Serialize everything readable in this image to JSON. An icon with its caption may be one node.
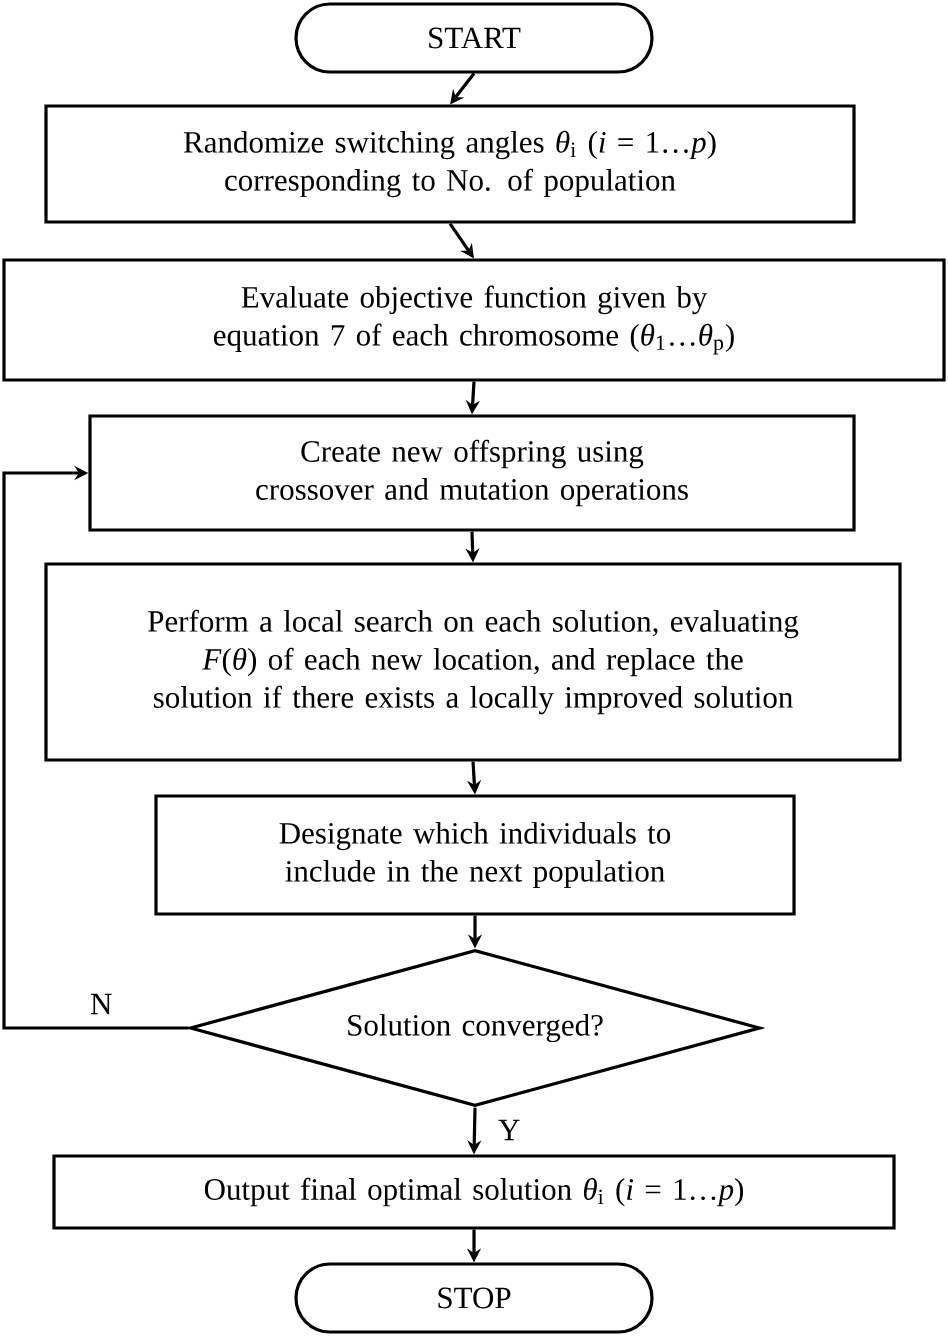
{
  "diagram": {
    "nodes": [
      {
        "text": [
          "START"
        ]
      },
      {
        "text": [
          "Randomize switching angles *θ*$_{i}$ (*i* = 1…*p*) corresponding to No. of population"
        ]
      },
      {
        "text": [
          "Evaluate objective function given by equation 7 of each chromosome (*θ*$_{1}$…*θ*$_{p}$)"
        ]
      },
      {
        "text": [
          "Create new offspring using crossover and mutation operations"
        ]
      },
      {
        "text": [
          "Perform a local search on each solution, evaluating *F*(*θ*) of each new location, and replace the solution if there exists a locally improved solution"
        ]
      },
      {
        "text": [
          "Designate which individuals to include in the next population"
        ]
      },
      {
        "text": [
          "Solution converged?"
        ]
      },
      {
        "text": [
          "Output final optimal solution *θ*$_{i}$ (*i* = 1…*p*)"
        ]
      },
      {
        "text": [
          "STOP"
        ]
      }
    ],
    "edges": [
      {
        "from": 0,
        "to": 1,
        "arrow": "to"
      },
      {
        "from": 1,
        "to": 2,
        "arrow": "to"
      },
      {
        "from": 2,
        "to": 3,
        "arrow": "to"
      },
      {
        "from": 3,
        "to": 4,
        "arrow": "to"
      },
      {
        "from": 4,
        "to": 5,
        "arrow": "to"
      },
      {
        "from": 5,
        "to": 6,
        "arrow": "to"
      },
      {
        "from": 6,
        "to": 7,
        "arrow": "to",
        "label": "Y"
      },
      {
        "from": 7,
        "to": 8,
        "arrow": "to"
      },
      {
        "from": 6,
        "to": 3,
        "arrow": "to",
        "label": "N"
      }
    ]
  }
}
